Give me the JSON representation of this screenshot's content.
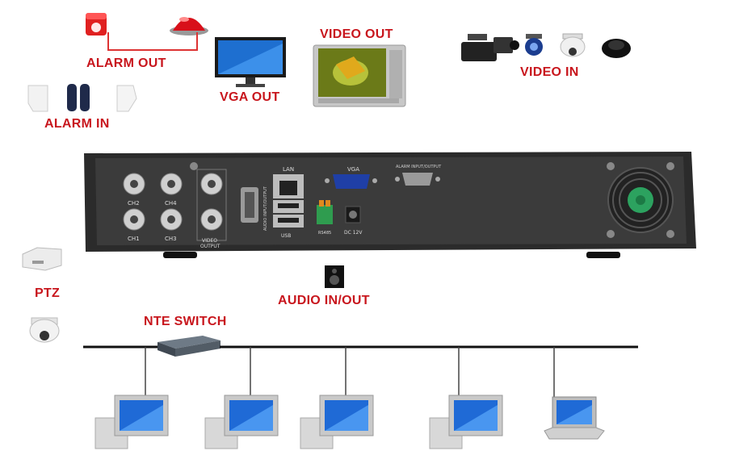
{
  "labels": {
    "alarm_out": "ALARM OUT",
    "vga_out": "VGA OUT",
    "video_out": "VIDEO OUT",
    "video_in": "VIDEO IN",
    "alarm_in": "ALARM IN",
    "ptz": "PTZ",
    "audio_in_out": "AUDIO IN/OUT",
    "nte_switch": "NTE SWITCH"
  },
  "panel": {
    "ch1": "CH1",
    "ch2": "CH2",
    "ch3": "CH3",
    "ch4": "CH4",
    "video_output_1": "VIDEO",
    "video_output_2": "OUTPUT",
    "audio_io": "AUDIO INPUT/OUTPUT",
    "lan": "LAN",
    "usb": "USB",
    "vga": "VGA",
    "alarm_io": "ALARM INPUT/OUTPUT",
    "rs485": "RS485",
    "dc": "DC 12V"
  }
}
